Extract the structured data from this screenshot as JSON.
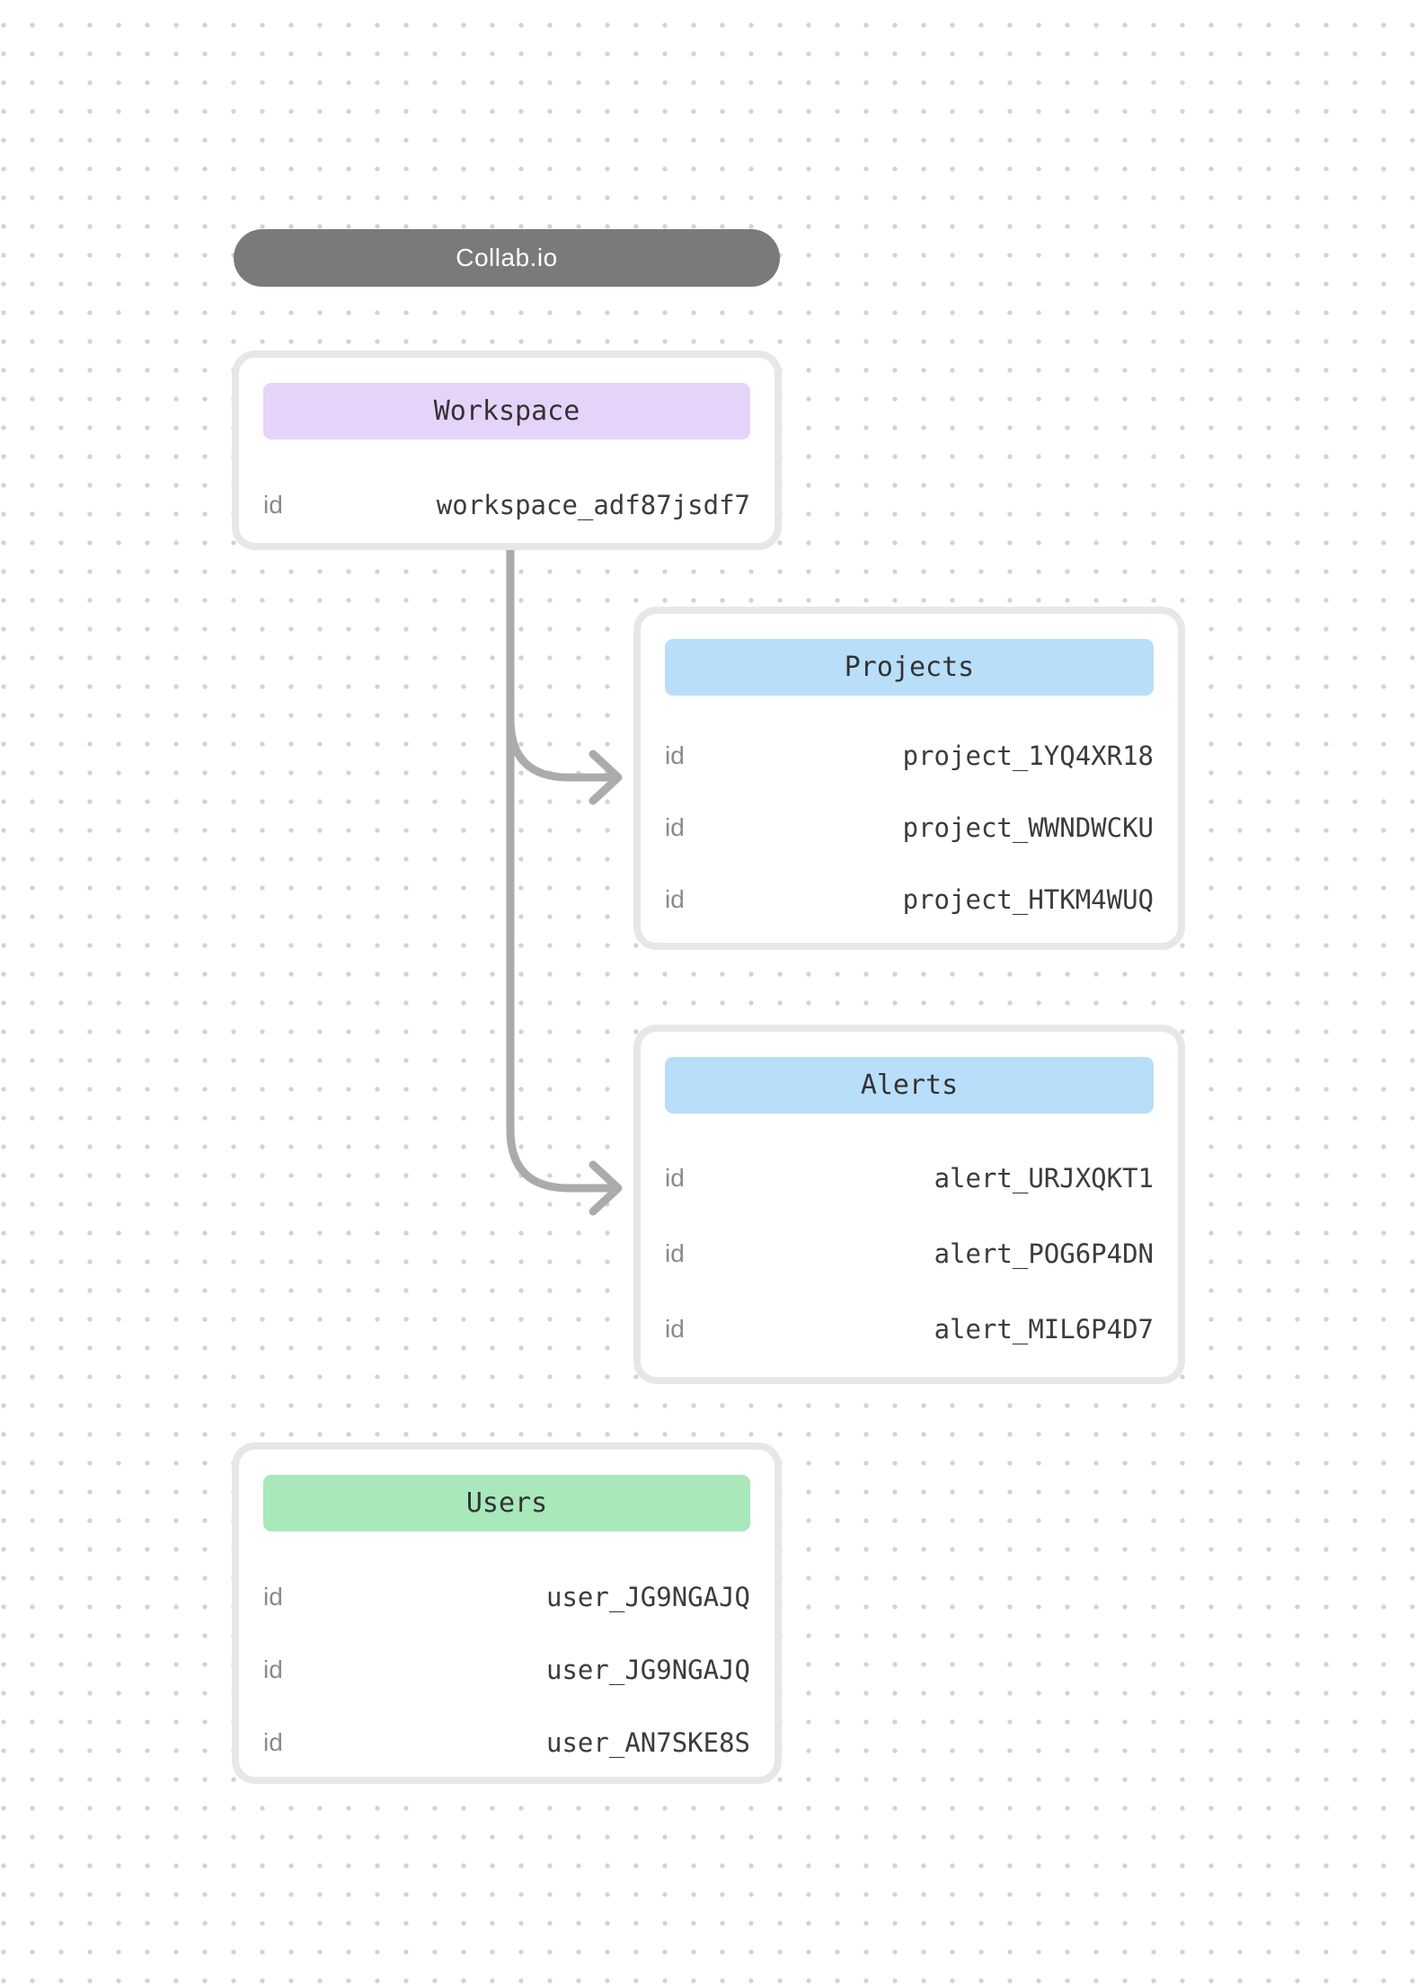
{
  "app": {
    "title": "Collab.io"
  },
  "colors": {
    "pill_bg": "#7a7a7a",
    "workspace_header_bg": "#e6d3f9",
    "projects_header_bg": "#b9defa",
    "alerts_header_bg": "#b9defa",
    "users_header_bg": "#a8e8bb",
    "connector": "#ababab",
    "card_border": "#e7e7e7"
  },
  "nodes": {
    "workspace": {
      "title": "Workspace",
      "rows": [
        {
          "key": "id",
          "value": "workspace_adf87jsdf7"
        }
      ]
    },
    "projects": {
      "title": "Projects",
      "rows": [
        {
          "key": "id",
          "value": "project_1YQ4XR18"
        },
        {
          "key": "id",
          "value": "project_WWNDWCKU"
        },
        {
          "key": "id",
          "value": "project_HTKM4WUQ"
        }
      ]
    },
    "alerts": {
      "title": "Alerts",
      "rows": [
        {
          "key": "id",
          "value": "alert_URJXQKT1"
        },
        {
          "key": "id",
          "value": "alert_POG6P4DN"
        },
        {
          "key": "id",
          "value": "alert_MIL6P4D7"
        }
      ]
    },
    "users": {
      "title": "Users",
      "rows": [
        {
          "key": "id",
          "value": "user_JG9NGAJQ"
        },
        {
          "key": "id",
          "value": "user_JG9NGAJQ"
        },
        {
          "key": "id",
          "value": "user_AN7SKE8S"
        }
      ]
    }
  },
  "edges": [
    {
      "from": "workspace",
      "to": "projects"
    },
    {
      "from": "workspace",
      "to": "alerts"
    }
  ]
}
